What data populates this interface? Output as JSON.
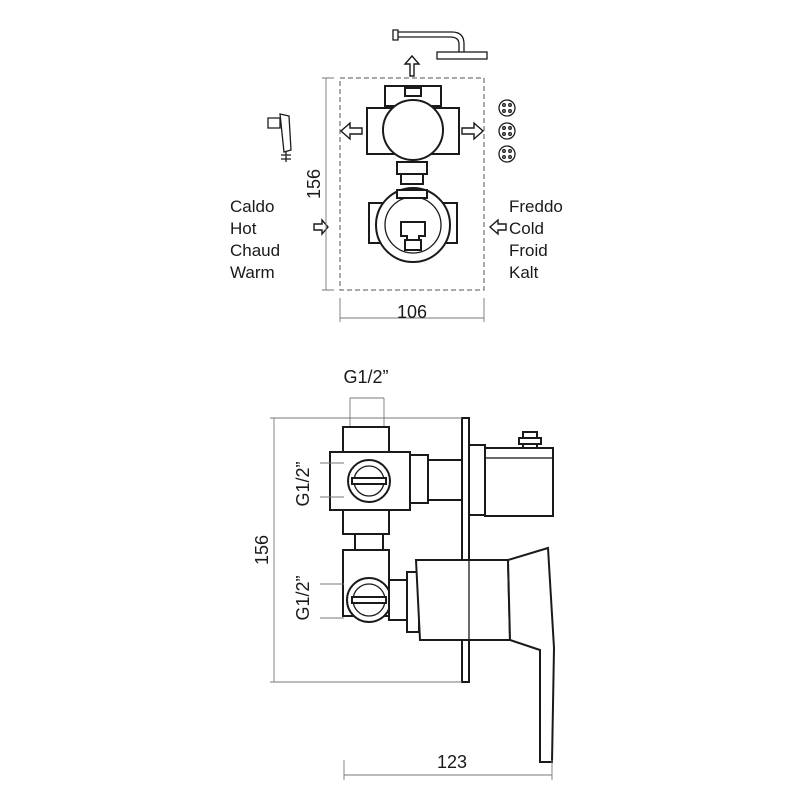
{
  "top_view": {
    "hot_labels": [
      "Caldo",
      "Hot",
      "Chaud",
      "Warm"
    ],
    "cold_labels": [
      "Freddo",
      "Cold",
      "Froid",
      "Kalt"
    ],
    "height_dim": "156",
    "width_dim": "106"
  },
  "side_view": {
    "top_thread": "G1/2”",
    "upper_thread": "G1/2”",
    "lower_thread": "G1/2”",
    "height_dim": "156",
    "depth_dim": "123"
  },
  "icons": [
    "shower-head-icon",
    "hand-shower-icon",
    "body-jet-icon",
    "body-jet-icon",
    "body-jet-icon"
  ]
}
